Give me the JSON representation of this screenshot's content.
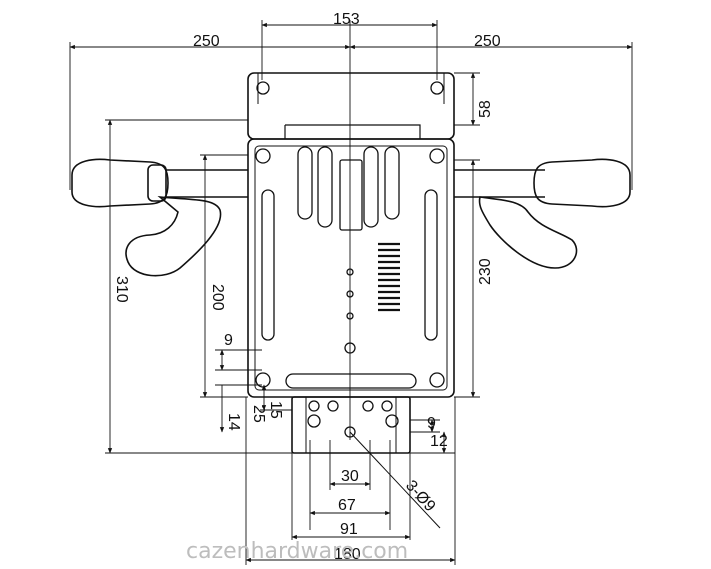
{
  "dimensions": {
    "top_center": "153",
    "top_left": "250",
    "top_right": "250",
    "right_top": "58",
    "right_mid": "230",
    "left_200": "200",
    "left_310": "310",
    "left_9": "9",
    "left_15": "15",
    "left_25": "25",
    "left_14": "14",
    "right_9": "9",
    "right_12": "12",
    "bottom_30": "30",
    "bottom_67": "67",
    "bottom_91": "91",
    "bottom_180": "180",
    "holes": "3-Ø9"
  },
  "watermark": "cazenhardware.com"
}
